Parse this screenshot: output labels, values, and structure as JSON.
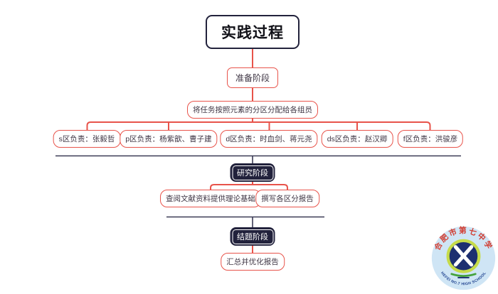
{
  "colors": {
    "accent_red": "#e8534a",
    "dark_navy": "#22223c",
    "line_navy": "#3a3a55",
    "node_text": "#3f3644",
    "title_text": "#111118",
    "logo_disc": "#cfe5f5",
    "logo_red": "#d23c30",
    "logo_en_blue": "#1e418f",
    "logo_navy": "#1d2f70",
    "logo_lime": "#c6db4a",
    "logo_green": "#45a33d"
  },
  "mindmap": {
    "root_label": "实践过程",
    "stages": [
      {
        "label": "准备阶段",
        "children": [
          {
            "label": "将任务按照元素的分区分配给各组员",
            "children": [
              {
                "label": "s区负责：张毅哲"
              },
              {
                "label": "p区负责：杨紫歆、曹子建"
              },
              {
                "label": "d区负责：时血剑、蒋元尧"
              },
              {
                "label": "ds区负责：赵汉卿"
              },
              {
                "label": "f区负责：洪骏彦"
              }
            ]
          }
        ]
      },
      {
        "label": "研究阶段",
        "children": [
          {
            "label": "查阅文献资料提供理论基础"
          },
          {
            "label": "撰写各区分报告"
          }
        ]
      },
      {
        "label": "结题阶段",
        "children": [
          {
            "label": "汇总并优化报告"
          }
        ]
      }
    ]
  },
  "logo": {
    "school_name_cn": "合肥市第七中学",
    "school_name_en": "HEFEI NO.7 HIGH SCHOOL"
  }
}
